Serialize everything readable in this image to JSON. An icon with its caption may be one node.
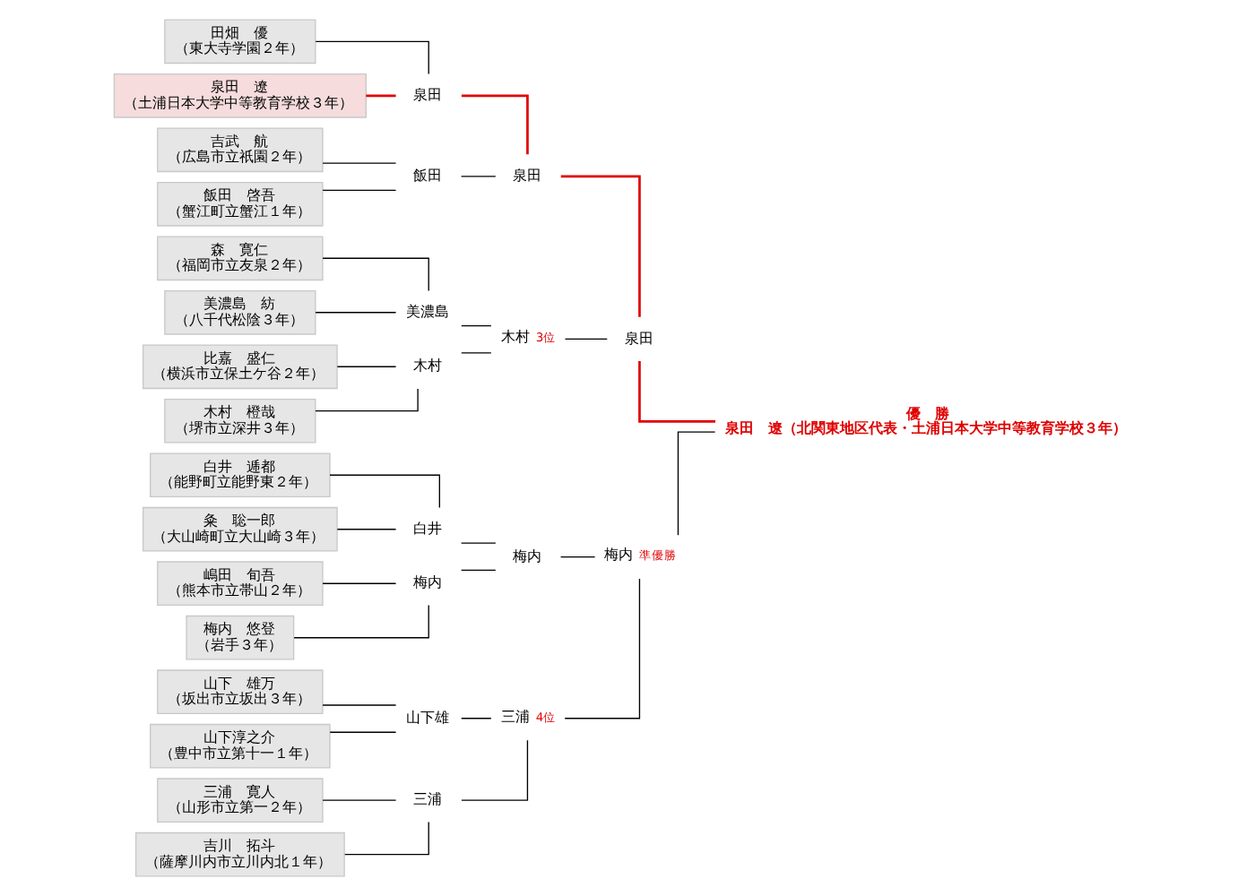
{
  "diagram": {
    "nodes": [
      {
        "text": [
          "優　勝",
          "泉田　遼（北関東地区代表・土浦日本大学中等教育学校３年）"
        ]
      },
      {
        "text": [
          "泉田"
        ]
      },
      {
        "text": [
          "梅内"
        ],
        "beside": [
          "準優勝"
        ]
      },
      {
        "text": [
          "泉田"
        ]
      },
      {
        "text": [
          "木村"
        ],
        "beside": [
          "3位"
        ]
      },
      {
        "text": [
          "梅内"
        ]
      },
      {
        "text": [
          "三浦"
        ],
        "beside": [
          "4位"
        ]
      },
      {
        "text": [
          "泉田"
        ]
      },
      {
        "text": [
          "飯田"
        ]
      },
      {
        "text": [
          "美濃島"
        ]
      },
      {
        "text": [
          "木村"
        ]
      },
      {
        "text": [
          "白井"
        ]
      },
      {
        "text": [
          "梅内"
        ]
      },
      {
        "text": [
          "山下雄"
        ]
      },
      {
        "text": [
          "三浦"
        ]
      },
      {
        "text": [
          "田畑　優",
          "（東大寺学園２年）"
        ]
      },
      {
        "text": [
          "泉田　遼",
          "（土浦日本大学中等教育学校３年）"
        ]
      },
      {
        "text": [
          "吉武　航",
          "（広島市立祇園２年）"
        ]
      },
      {
        "text": [
          "飯田　啓吾",
          "（蟹江町立蟹江１年）"
        ]
      },
      {
        "text": [
          "森　寛仁",
          "（福岡市立友泉２年）"
        ]
      },
      {
        "text": [
          "美濃島　紡",
          "（八千代松陰３年）"
        ]
      },
      {
        "text": [
          "比嘉　盛仁",
          "（横浜市立保土ケ谷２年）"
        ]
      },
      {
        "text": [
          "木村　橙哉",
          "（堺市立深井３年）"
        ]
      },
      {
        "text": [
          "白井　逓都",
          "（能野町立能野東２年）"
        ]
      },
      {
        "text": [
          "粂　聡一郎",
          "（大山崎町立大山崎３年）"
        ]
      },
      {
        "text": [
          "嶋田　旬吾",
          "（熊本市立帯山２年）"
        ]
      },
      {
        "text": [
          "梅内　悠登",
          "（岩手３年）"
        ]
      },
      {
        "text": [
          "山下　雄万",
          "（坂出市立坂出３年）"
        ]
      },
      {
        "text": [
          "山下淳之介",
          "（豊中市立第十一１年）"
        ]
      },
      {
        "text": [
          "三浦　寛人",
          "（山形市立第一２年）"
        ]
      },
      {
        "text": [
          "吉川　拓斗",
          "（薩摩川内市立川内北１年）"
        ]
      }
    ],
    "edges": [
      {
        "from": 0,
        "to": 1,
        "arrow": "none",
        "color": "#e00000"
      },
      {
        "from": 0,
        "to": 2,
        "arrow": "none"
      },
      {
        "from": 1,
        "to": 3,
        "arrow": "none",
        "color": "#e00000"
      },
      {
        "from": 1,
        "to": 4,
        "arrow": "none"
      },
      {
        "from": 2,
        "to": 5,
        "arrow": "none"
      },
      {
        "from": 2,
        "to": 6,
        "arrow": "none"
      },
      {
        "from": 3,
        "to": 7,
        "arrow": "none",
        "color": "#e00000"
      },
      {
        "from": 3,
        "to": 8,
        "arrow": "none"
      },
      {
        "from": 4,
        "to": 9,
        "arrow": "none"
      },
      {
        "from": 4,
        "to": 10,
        "arrow": "none"
      },
      {
        "from": 5,
        "to": 11,
        "arrow": "none"
      },
      {
        "from": 5,
        "to": 12,
        "arrow": "none"
      },
      {
        "from": 6,
        "to": 13,
        "arrow": "none"
      },
      {
        "from": 6,
        "to": 14,
        "arrow": "none"
      },
      {
        "from": 7,
        "to": 15,
        "arrow": "none"
      },
      {
        "from": 7,
        "to": 16,
        "arrow": "none",
        "color": "#e00000"
      },
      {
        "from": 8,
        "to": 17,
        "arrow": "none"
      },
      {
        "from": 8,
        "to": 18,
        "arrow": "none"
      },
      {
        "from": 9,
        "to": 19,
        "arrow": "none"
      },
      {
        "from": 9,
        "to": 20,
        "arrow": "none"
      },
      {
        "from": 10,
        "to": 21,
        "arrow": "none"
      },
      {
        "from": 10,
        "to": 22,
        "arrow": "none"
      },
      {
        "from": 11,
        "to": 23,
        "arrow": "none"
      },
      {
        "from": 11,
        "to": 24,
        "arrow": "none"
      },
      {
        "from": 12,
        "to": 25,
        "arrow": "none"
      },
      {
        "from": 12,
        "to": 26,
        "arrow": "none"
      },
      {
        "from": 13,
        "to": 27,
        "arrow": "none"
      },
      {
        "from": 13,
        "to": 28,
        "arrow": "none"
      },
      {
        "from": 14,
        "to": 29,
        "arrow": "none"
      },
      {
        "from": 14,
        "to": 30,
        "arrow": "none"
      }
    ]
  }
}
